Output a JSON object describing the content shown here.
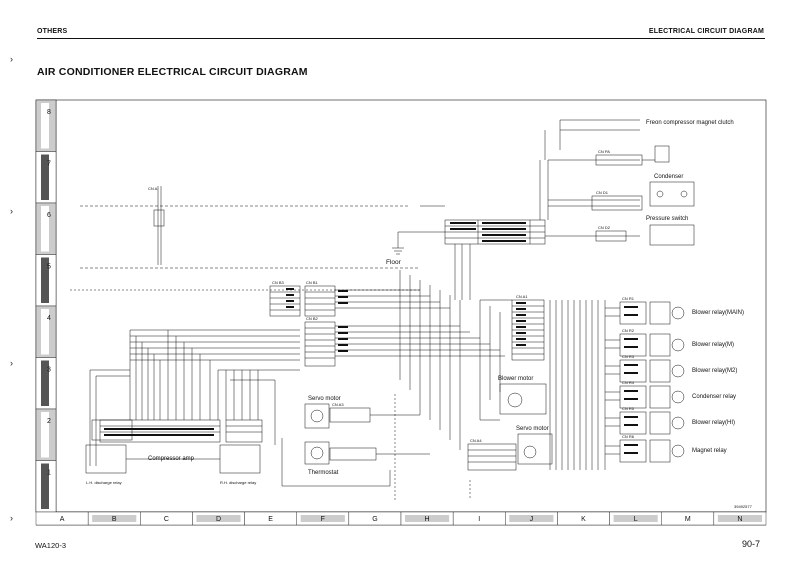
{
  "header": {
    "section": "OTHERS",
    "chapter": "ELECTRICAL CIRCUIT DIAGRAM"
  },
  "title": "AIR CONDITIONER ELECTRICAL CIRCUIT DIAGRAM",
  "footer": {
    "model": "WA120-3",
    "page": "90-7"
  },
  "drawing_number": "39492577",
  "grid": {
    "columns": [
      "A",
      "B",
      "C",
      "D",
      "E",
      "F",
      "G",
      "H",
      "I",
      "J",
      "K",
      "L",
      "M",
      "N"
    ],
    "rows": [
      "8",
      "7",
      "6",
      "5",
      "4",
      "3",
      "2",
      "1"
    ]
  },
  "components": {
    "freon_clutch": "Freon compressor magnet clutch",
    "condenser": "Condenser",
    "pressure_switch": "Pressure switch",
    "floor": "Floor",
    "servo_motor": "Servo motor",
    "blower_motor": "Blower motor",
    "servo_motor_2": "Servo motor",
    "thermostat": "Thermostat",
    "compressor_amp": "Compressor amp",
    "resistor_left": "L.H. discharge relay",
    "resistor_right": "R.H. discharge relay",
    "relay_1": "Blower relay(MAIN)",
    "relay_2": "Blower relay(M)",
    "relay_3": "Blower relay(M2)",
    "relay_4": "Condenser relay",
    "relay_5": "Blower relay(HI)",
    "relay_6": "Magnet relay"
  },
  "connectors": {
    "cn_a": "CN A",
    "cn_b1": "CN B1",
    "cn_b2": "CN B2",
    "cn_b3": "CN B3",
    "cn_a1": "CN A1",
    "cn_a3": "CN A3",
    "cn_a4": "CN A4",
    "cn_r1": "CN R1",
    "cn_r2": "CN R2",
    "cn_r3": "CN R3",
    "cn_r4": "CN R4",
    "cn_r5": "CN R5",
    "cn_r6": "CN R6",
    "cn_pa": "CN PA",
    "cn_d1": "CN D1",
    "cn_d2": "CN D2"
  },
  "colors": {
    "ink": "#111111",
    "paper": "#ffffff",
    "band_dark": "#555555",
    "band_light": "#cccccc"
  }
}
